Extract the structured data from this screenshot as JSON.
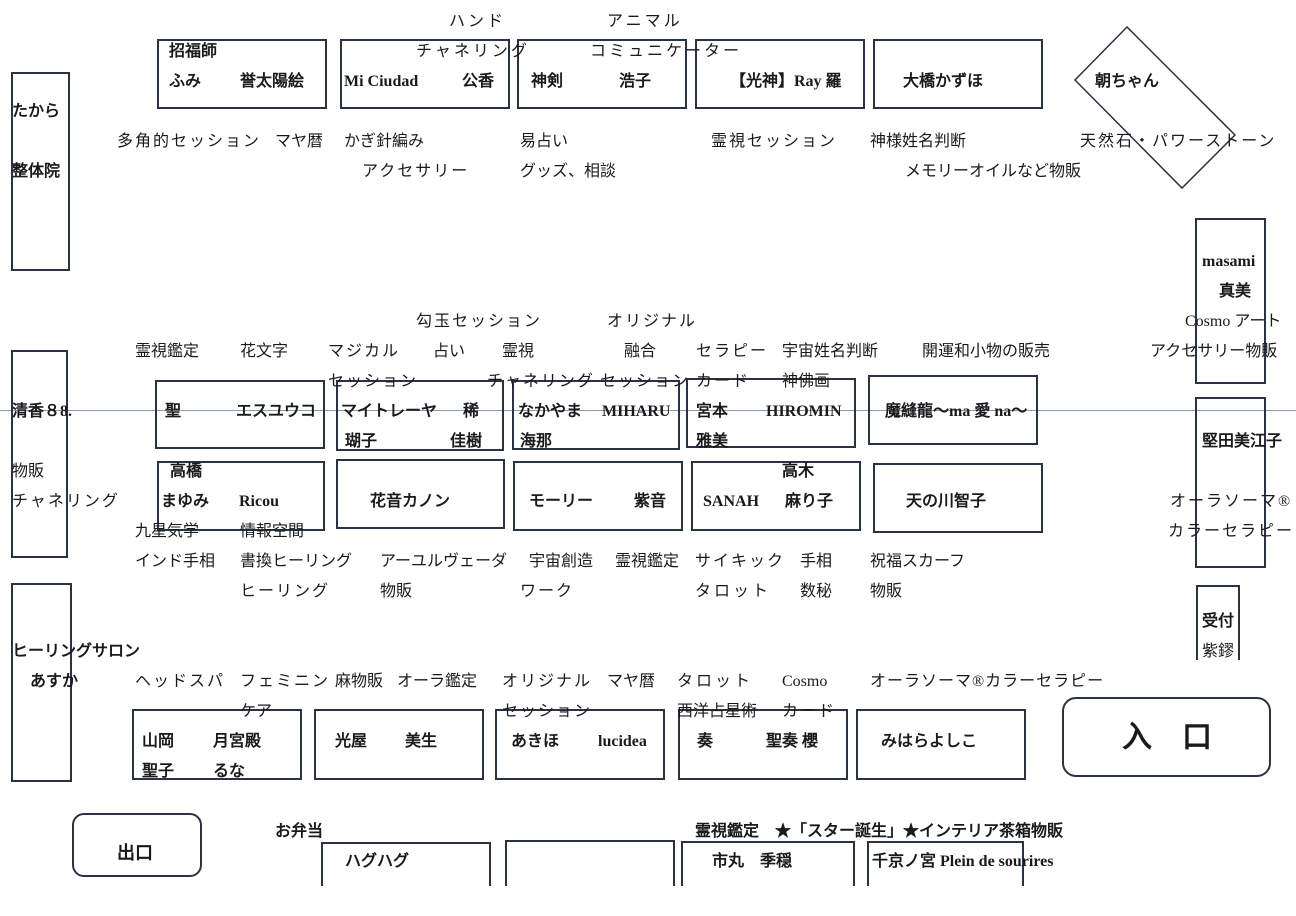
{
  "booths": {
    "takara": [
      "たから",
      "整体院"
    ],
    "b1": [
      "招福師",
      "ふみ",
      "誉太陽絵"
    ],
    "b2": [
      "Mi Ciudad",
      "公香"
    ],
    "b3": [
      "神剣",
      "浩子"
    ],
    "b4": [
      "【光神】Ray 羅"
    ],
    "b5": [
      "大橋かずほ"
    ],
    "asa": [
      "朝ちゃん"
    ],
    "masami": [
      "masami",
      "真美"
    ],
    "sayaka": [
      "清香８8.",
      "物販",
      "チャネリング"
    ],
    "r1a": [
      "聖",
      "エスユウコ"
    ],
    "r1b": [
      "マイトレーヤ",
      "稀",
      "瑚子",
      "佳樹"
    ],
    "r1c": [
      "なかやま",
      "MIHARU",
      "海那"
    ],
    "r1d": [
      "宮本",
      "HIROMIN",
      "雅美"
    ],
    "r1e": [
      "魔縫龍～ma 愛 na～"
    ],
    "katada": [
      "堅田美江子"
    ],
    "r2a": [
      "高橋",
      "まゆみ",
      "Ricou"
    ],
    "r2b": [
      "花音カノン"
    ],
    "r2c": [
      "モーリー",
      "紫音"
    ],
    "r2d": [
      "高木",
      "SANAH",
      "麻り子"
    ],
    "r2e": [
      "天の川智子"
    ],
    "uketsuke": [
      "受付",
      "紫鏐"
    ],
    "asuka": [
      "ヒーリングサロン",
      "あすか"
    ],
    "r3a": [
      "山岡",
      "月宮殿",
      "聖子",
      "るな"
    ],
    "r3b": [
      "光屋",
      "美生"
    ],
    "r3c": [
      "あきほ",
      "lucidea"
    ],
    "r3d": [
      "奏",
      "聖奏 櫻"
    ],
    "r3e": [
      "みはらよしこ"
    ],
    "entrance": "入　口",
    "exit": "出口",
    "bottom": [
      "ハグハグ",
      "市丸　季穏",
      "千京ノ宮 Plein de sourires"
    ]
  },
  "labels": {
    "top": [
      "ハンド",
      "アニマル",
      "チャネリング",
      "コミュニケーター"
    ],
    "row1": [
      "多角的セッション",
      "マヤ暦",
      "かぎ針編み",
      "易占い",
      "霊視セッション",
      "神様姓名判断",
      "天然石・パワーストーン"
    ],
    "row1b": [
      "アクセサリー",
      "グッズ、相談",
      "メモリーオイルなど物販"
    ],
    "right1": [
      "Cosmo アート",
      "アクセサリー物販"
    ],
    "mid0": [
      "勾玉セッション",
      "オリジナル"
    ],
    "mid1": [
      "霊視鑑定",
      "花文字",
      "マジカル",
      "占い",
      "霊視",
      "融合",
      "セラピー",
      "宇宙姓名判断",
      "開運和小物の販売"
    ],
    "mid2": [
      "セッション",
      "チャネリング",
      "セッション",
      "カード",
      "神佛画"
    ],
    "right2": [
      "オーラソーマ®",
      "カラーセラピー"
    ],
    "low0": [
      "九星気学",
      "情報空間"
    ],
    "low1": [
      "インド手相",
      "書換ヒーリング",
      "アーユルヴェーダ",
      "宇宙創造",
      "霊視鑑定",
      "サイキック",
      "手相",
      "祝福スカーフ"
    ],
    "low2": [
      "ヒーリング",
      "物販",
      "ワーク",
      "タロット",
      "数秘",
      "物販"
    ],
    "bot1": [
      "ヘッドスパ",
      "フェミニン",
      "麻物販",
      "オーラ鑑定",
      "オリジナル",
      "マヤ暦",
      "タロット",
      "Cosmo",
      "オーラソーマ®カラーセラピー"
    ],
    "bot2": [
      "ケア",
      "セッション",
      "西洋占星術",
      "カード"
    ],
    "food": [
      "お弁当",
      "霊視鑑定　★「スター誕生」★インテリア茶箱物販"
    ]
  }
}
